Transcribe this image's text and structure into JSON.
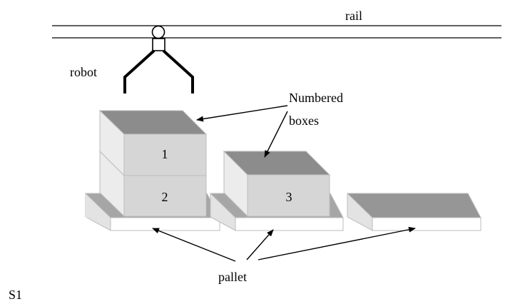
{
  "labels": {
    "rail": "rail",
    "robot": "robot",
    "boxes_line1": "Numbered",
    "boxes_line2": "boxes",
    "pallet": "pallet",
    "state": "S1"
  },
  "boxes": [
    "1",
    "2",
    "3"
  ],
  "colors": {
    "box_top": "#8c8c8c",
    "box_front": "#d6d6d6",
    "box_side": "#ececec",
    "pallet_top": "#a6a6a6",
    "pallet_front": "#ffffff",
    "pallet_side": "#e3e3e3",
    "stroke": "#000000"
  }
}
